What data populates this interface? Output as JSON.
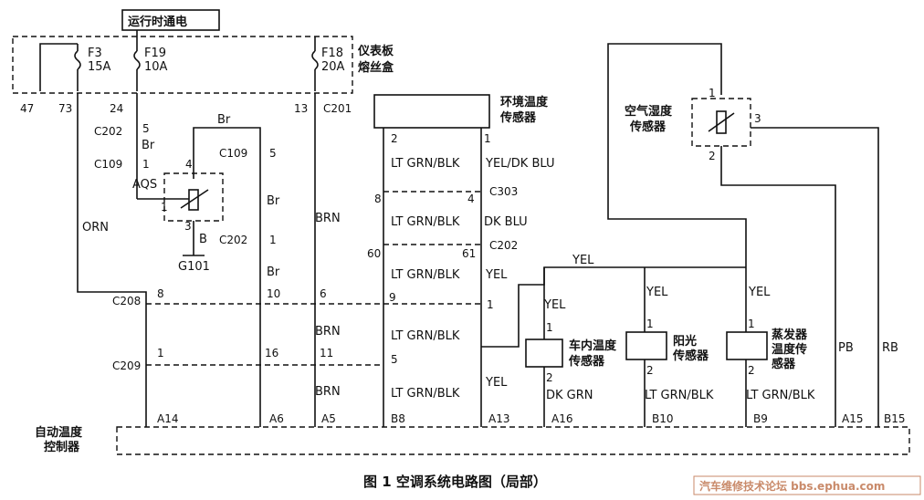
{
  "header_label": "运行时通电",
  "fuse_box": {
    "label_line1": "仪表板",
    "label_line2": "熔丝盒",
    "fuses": [
      {
        "name": "F3",
        "rating": "15A"
      },
      {
        "name": "F19",
        "rating": "10A"
      },
      {
        "name": "F18",
        "rating": "20A"
      }
    ],
    "pins": [
      "47",
      "73",
      "24",
      "13"
    ],
    "connector": "C201"
  },
  "ambient_sensor": {
    "line1": "环境温度",
    "line2": "传感器",
    "pin_left": "2",
    "pin_right": "1"
  },
  "humidity_sensor": {
    "line1": "空气湿度",
    "line2": "传感器",
    "pin_top": "1",
    "pin_bottom": "2",
    "pin_right": "3"
  },
  "cabin_sensor": {
    "line1": "车内温度",
    "line2": "传感器",
    "pin_top": "1",
    "pin_bottom": "2"
  },
  "sun_sensor": {
    "line1": "阳光",
    "line2": "传感器",
    "pin_top": "1",
    "pin_bottom": "2"
  },
  "evap_sensor": {
    "line1": "蒸发器",
    "line2": "温度传",
    "line3": "感器",
    "pin_top": "1",
    "pin_bottom": "2"
  },
  "aqs": {
    "label": "AQS",
    "pin_top": "4",
    "pin_left": "1",
    "pin_bottom": "3"
  },
  "ground": {
    "wire": "B",
    "label": "G101"
  },
  "connectors": {
    "c202a": "C202",
    "c202a_pin": "5",
    "c109a": "C109",
    "c109a_pin": "1",
    "c109b": "C109",
    "c109b_pin": "5",
    "c202b": "C202",
    "c202b_pin": "1",
    "c303": "C303",
    "c303_pin_left": "8",
    "c303_pin_right": "4",
    "c202c": "C202",
    "c202c_pin_left": "60",
    "c202c_pin_right": "61",
    "c208": "C208",
    "c208_pins": [
      "8",
      "10",
      "6",
      "9",
      "1"
    ],
    "c209": "C209",
    "c209_pins": [
      "1",
      "16",
      "11",
      "5"
    ]
  },
  "wire_colors": {
    "br": "Br",
    "orn": "ORN",
    "brn": "BRN",
    "ltgrn": "LT GRN/BLK",
    "yel_dkblu": "YEL/DK BLU",
    "dkblu": "DK BLU",
    "yel": "YEL",
    "dkgrn": "DK GRN",
    "pb": "PB",
    "rb": "RB"
  },
  "controller": {
    "line1": "自动温度",
    "line2": "控制器",
    "pins": [
      "A14",
      "A6",
      "A5",
      "B8",
      "A13",
      "A16",
      "B10",
      "B9",
      "A15",
      "B15"
    ]
  },
  "caption": "图 1   空调系统电路图（局部）",
  "watermark": "汽车维修技术论坛 bbs.ephua.com"
}
